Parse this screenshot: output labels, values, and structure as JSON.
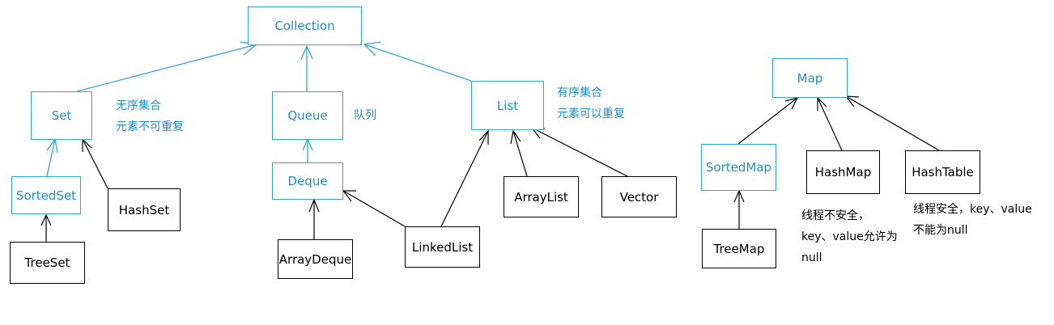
{
  "nodes": {
    "collection": "Collection",
    "set": "Set",
    "queue": "Queue",
    "list": "List",
    "sorted_set": "SortedSet",
    "hash_set": "HashSet",
    "tree_set": "TreeSet",
    "deque": "Deque",
    "array_deque": "ArrayDeque",
    "linked_list": "LinkedList",
    "array_list": "ArrayList",
    "vector": "Vector",
    "map": "Map",
    "sorted_map": "SortedMap",
    "hash_map": "HashMap",
    "hash_table": "HashTable",
    "tree_map": "TreeMap"
  },
  "notes": {
    "set_line1": "无序集合",
    "set_line2": "元素不可重复",
    "queue": "队列",
    "list_line1": "有序集合",
    "list_line2": "元素可以重复",
    "hash_map_line1": "线程不安全，",
    "hash_map_line2": "key、value允许为",
    "hash_map_line3": "null",
    "hash_table_line1": "线程安全，key、value",
    "hash_table_line2": "不能为null"
  },
  "colors": {
    "interface": "#1f8fc7",
    "implementation": "#000000"
  }
}
